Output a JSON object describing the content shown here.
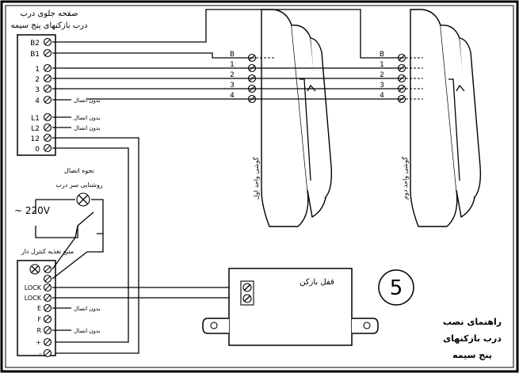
{
  "outdoor_panel": {
    "title_line1": "صفحه جلوی درب",
    "title_line2": "درب بازکنهای پنج سیمه",
    "terminals": [
      "B2",
      "B1",
      "1",
      "2",
      "3",
      "4",
      "L1",
      "L2",
      "12",
      "0"
    ],
    "no_connection": "بدون اتصال"
  },
  "handset_terminals": [
    "B",
    "1",
    "2",
    "3",
    "4"
  ],
  "handset1_label": "گوشی واحد اول",
  "handset2_label": "گوشی واحد دوم",
  "light_label_line1": "نحوه اتصال",
  "light_label_line2": "روشنایی سر درب",
  "voltage_label": "~ 220V",
  "power_supply": {
    "title": "منبع تغذیه کنترل دار",
    "terminals": [
      "",
      "",
      "LOCK",
      "LOCK",
      "E",
      "F",
      "R",
      "+",
      "-"
    ],
    "no_connection": "بدون اتصال"
  },
  "door_lock_label": "قفل بازکن",
  "diagram_number": "5",
  "guide": {
    "line1": "راهنمای نصب",
    "line2": "درب بازکنهای",
    "line3": "پنج سیمه"
  }
}
